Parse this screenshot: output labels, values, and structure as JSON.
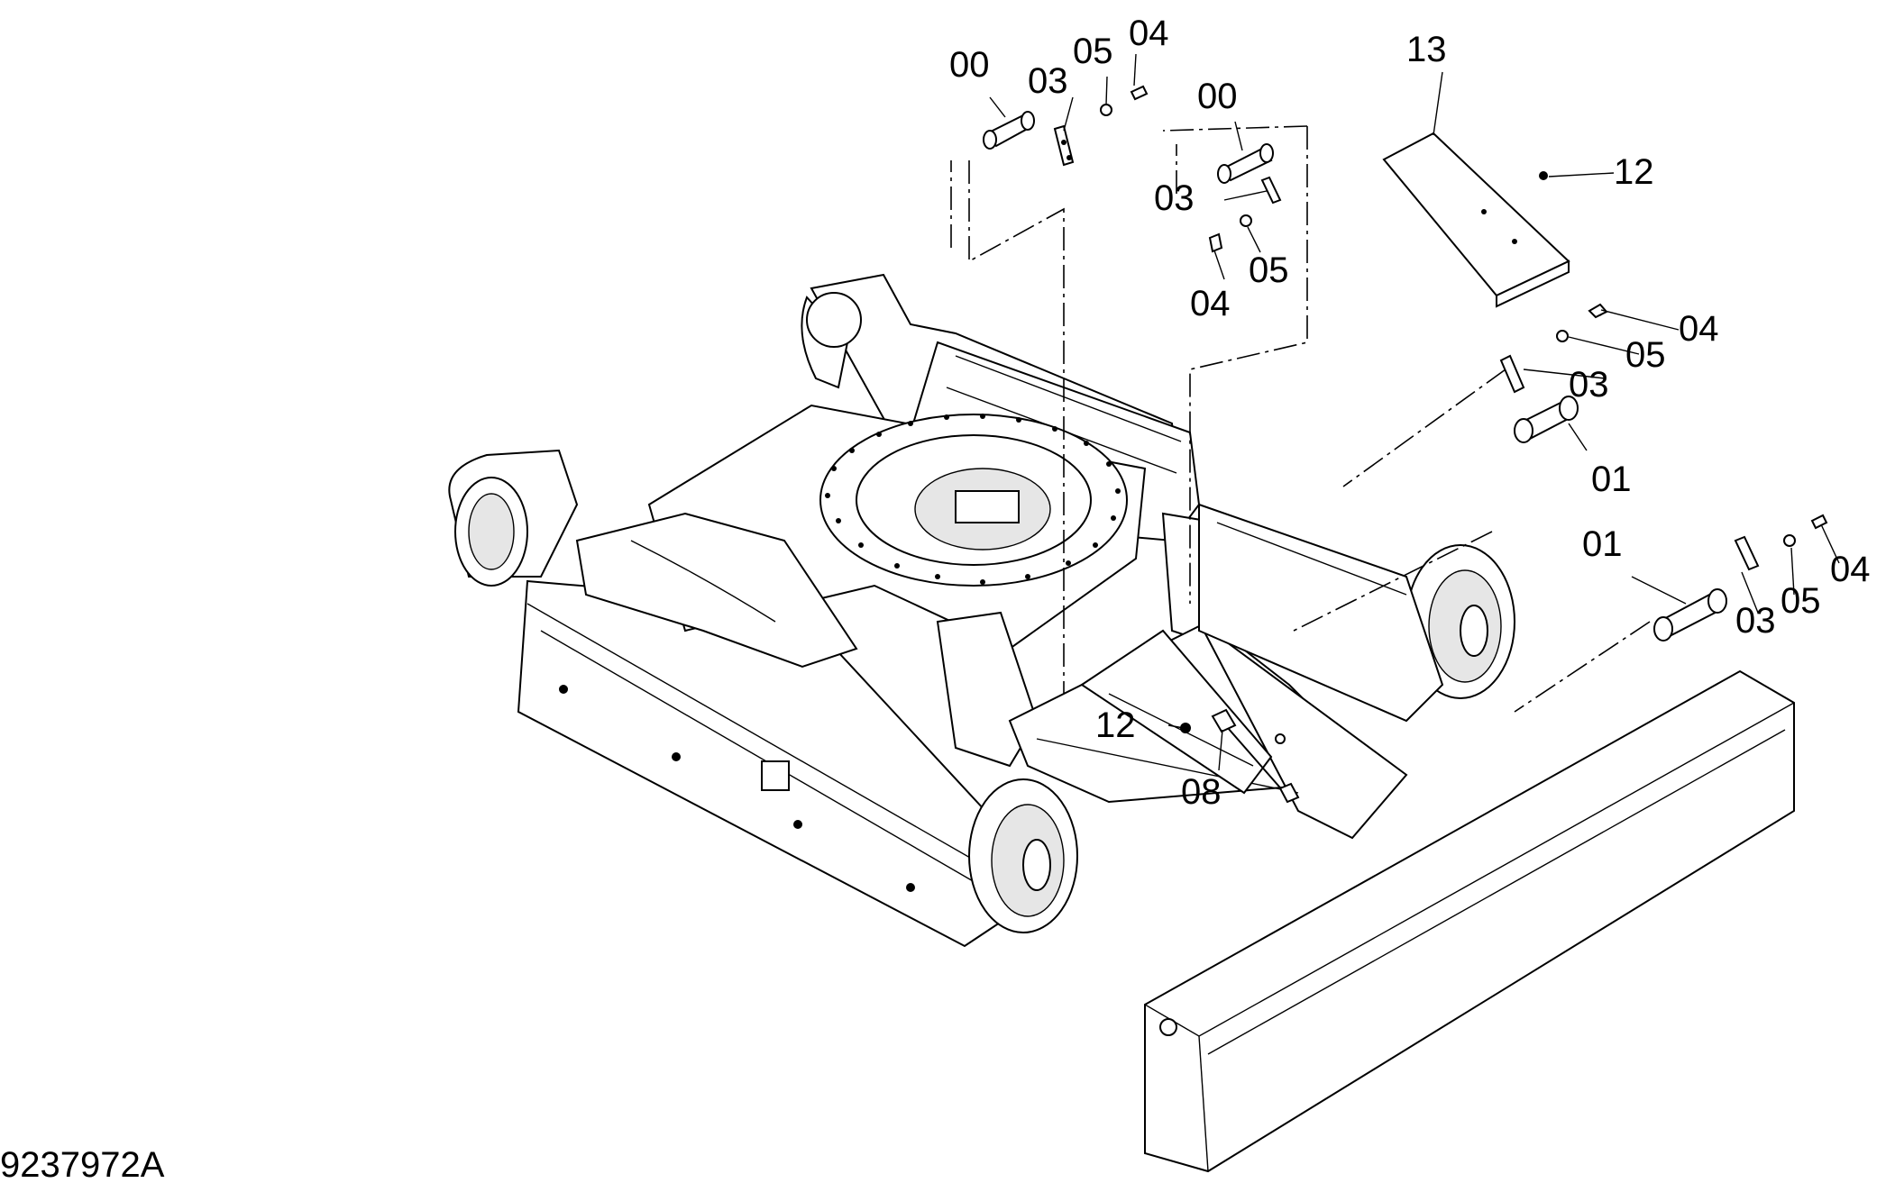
{
  "drawing": {
    "reference_number": "9237972A"
  },
  "callouts": {
    "c00a": "00",
    "c03a": "03",
    "c05a": "05",
    "c04a": "04",
    "c00b": "00",
    "c03b": "03",
    "c05b": "05",
    "c04b": "04",
    "c13": "13",
    "c12a": "12",
    "c04c": "04",
    "c05c": "05",
    "c03c": "03",
    "c01a": "01",
    "c01b": "01",
    "c03d": "03",
    "c05d": "05",
    "c04d": "04",
    "c12b": "12",
    "c08": "08"
  }
}
